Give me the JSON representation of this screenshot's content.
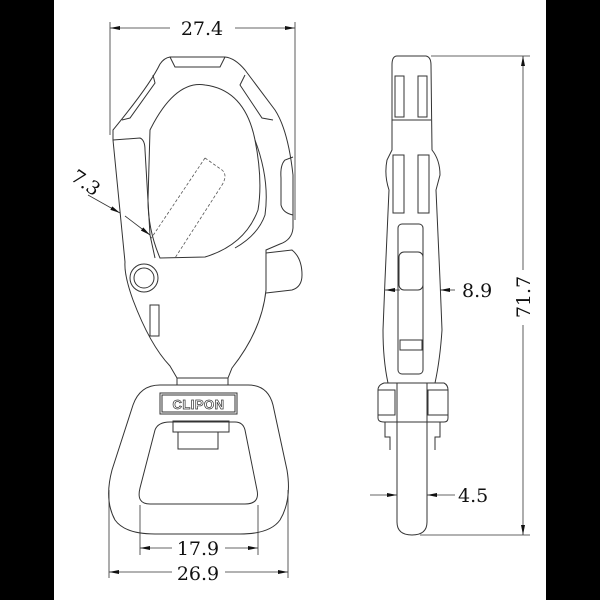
{
  "drawing": {
    "brand_mark": "CLIPON",
    "dimensions": {
      "overall_width": "27.4",
      "gate_opening": "7.3",
      "ring_inner_width": "17.9",
      "ring_outer_width": "26.9",
      "side_body_thickness": "8.9",
      "side_ring_thickness": "4.5",
      "overall_length": "71.7"
    },
    "colors": {
      "line": "#333333",
      "background": "#ffffff",
      "frame": "#000000"
    }
  }
}
